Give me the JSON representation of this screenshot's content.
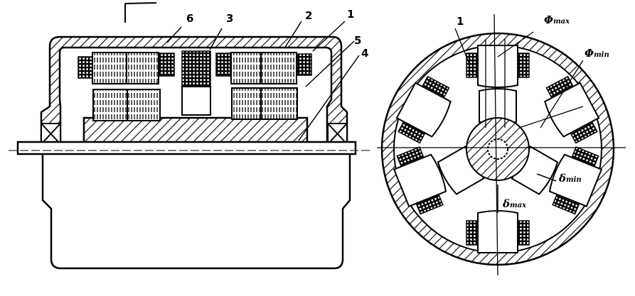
{
  "figure": {
    "side_view_labels": [
      "6",
      "3",
      "2",
      "1",
      "5",
      "4"
    ],
    "end_view_labels": {
      "part": "1",
      "phi_max": {
        "symbol": "Φ",
        "sub": "max"
      },
      "phi_min": {
        "symbol": "Φ",
        "sub": "min"
      },
      "delta_min": {
        "symbol": "δ",
        "sub": "min"
      },
      "delta_max": {
        "symbol": "δ",
        "sub": "max"
      }
    }
  }
}
